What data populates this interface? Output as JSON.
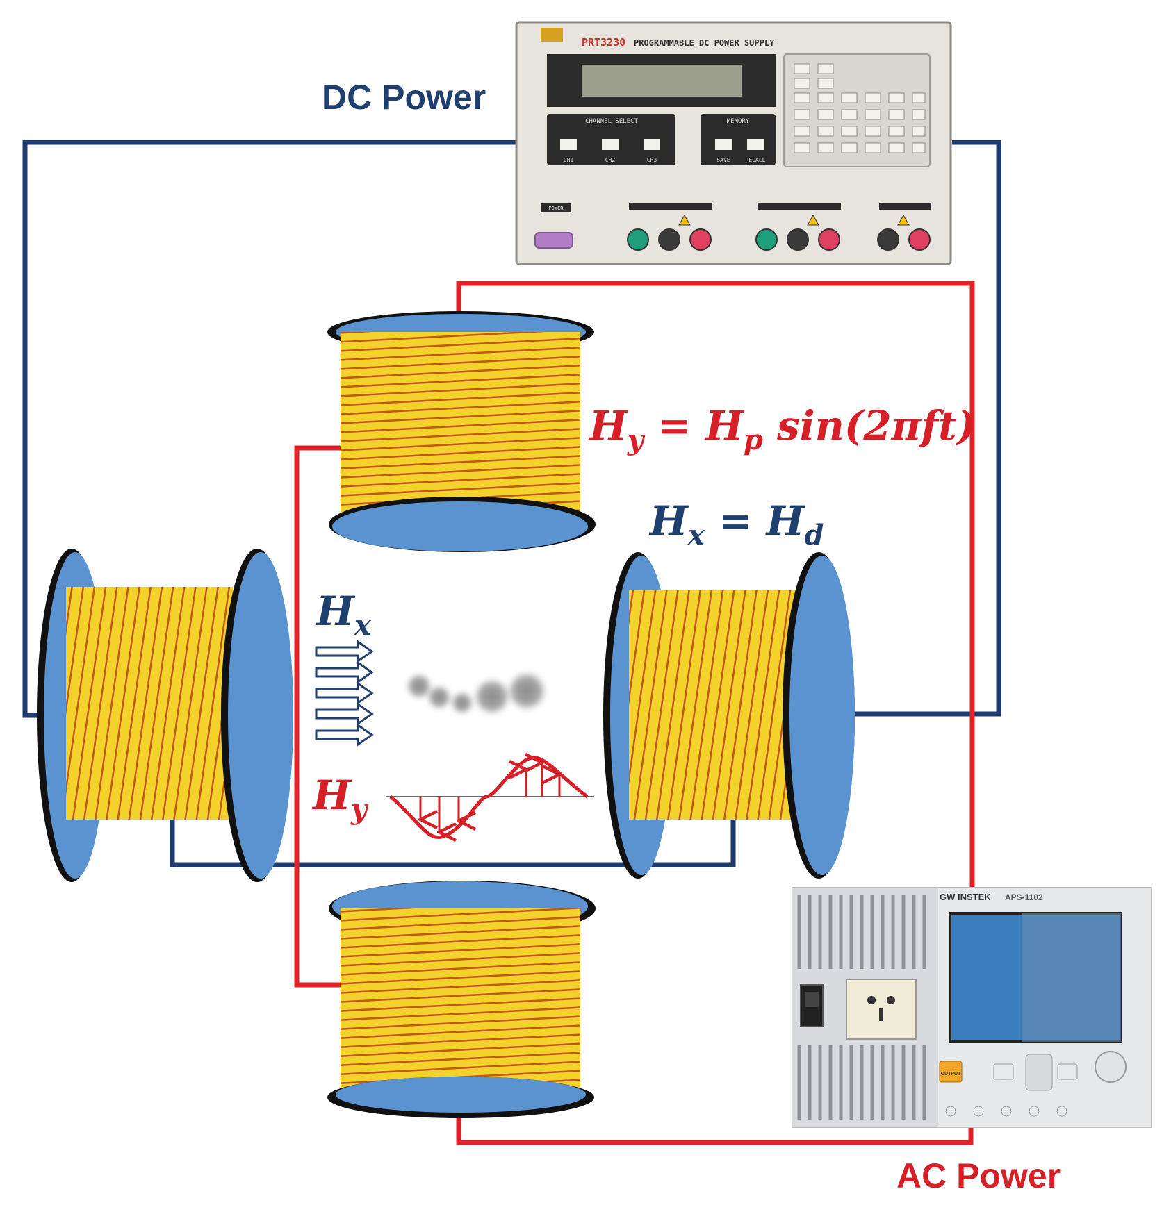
{
  "labels": {
    "dc_power": "DC Power",
    "ac_power": "AC Power"
  },
  "equations": {
    "hy_symbol": "H",
    "hy_sub": "y",
    "hy_eq": " = ",
    "hy_rhs_symbol": "H",
    "hy_rhs_sub": "p",
    "hy_rhs_func": " sin(2πft)",
    "hx_symbol": "H",
    "hx_sub": "x",
    "hx_eq": " = ",
    "hx_rhs_symbol": "H",
    "hx_rhs_sub": "d"
  },
  "field_labels": {
    "hx_symbol": "H",
    "hx_sub": "x",
    "hy_symbol": "H",
    "hy_sub": "y"
  },
  "dc_supply": {
    "model": "PRT3230",
    "title": "PROGRAMMABLE DC POWER SUPPLY",
    "channel_select": "CHANNEL SELECT",
    "memory": "MEMORY",
    "ch1": "CH1",
    "ch2": "CH2",
    "ch3": "CH3",
    "save": "SAVE",
    "recall": "RECALL",
    "power": "POWER"
  },
  "ac_supply": {
    "brand": "GW INSTEK",
    "model": "APS-1102",
    "output": "OUTPUT"
  },
  "colors": {
    "dc_wire": "#1f3a6e",
    "ac_wire": "#e02127",
    "coil_flange": "#5b93d0",
    "coil_wire": "#f2d22b",
    "coil_stripe": "#c2561b",
    "label_blue": "#1f3f6f",
    "label_red": "#d61f26"
  }
}
